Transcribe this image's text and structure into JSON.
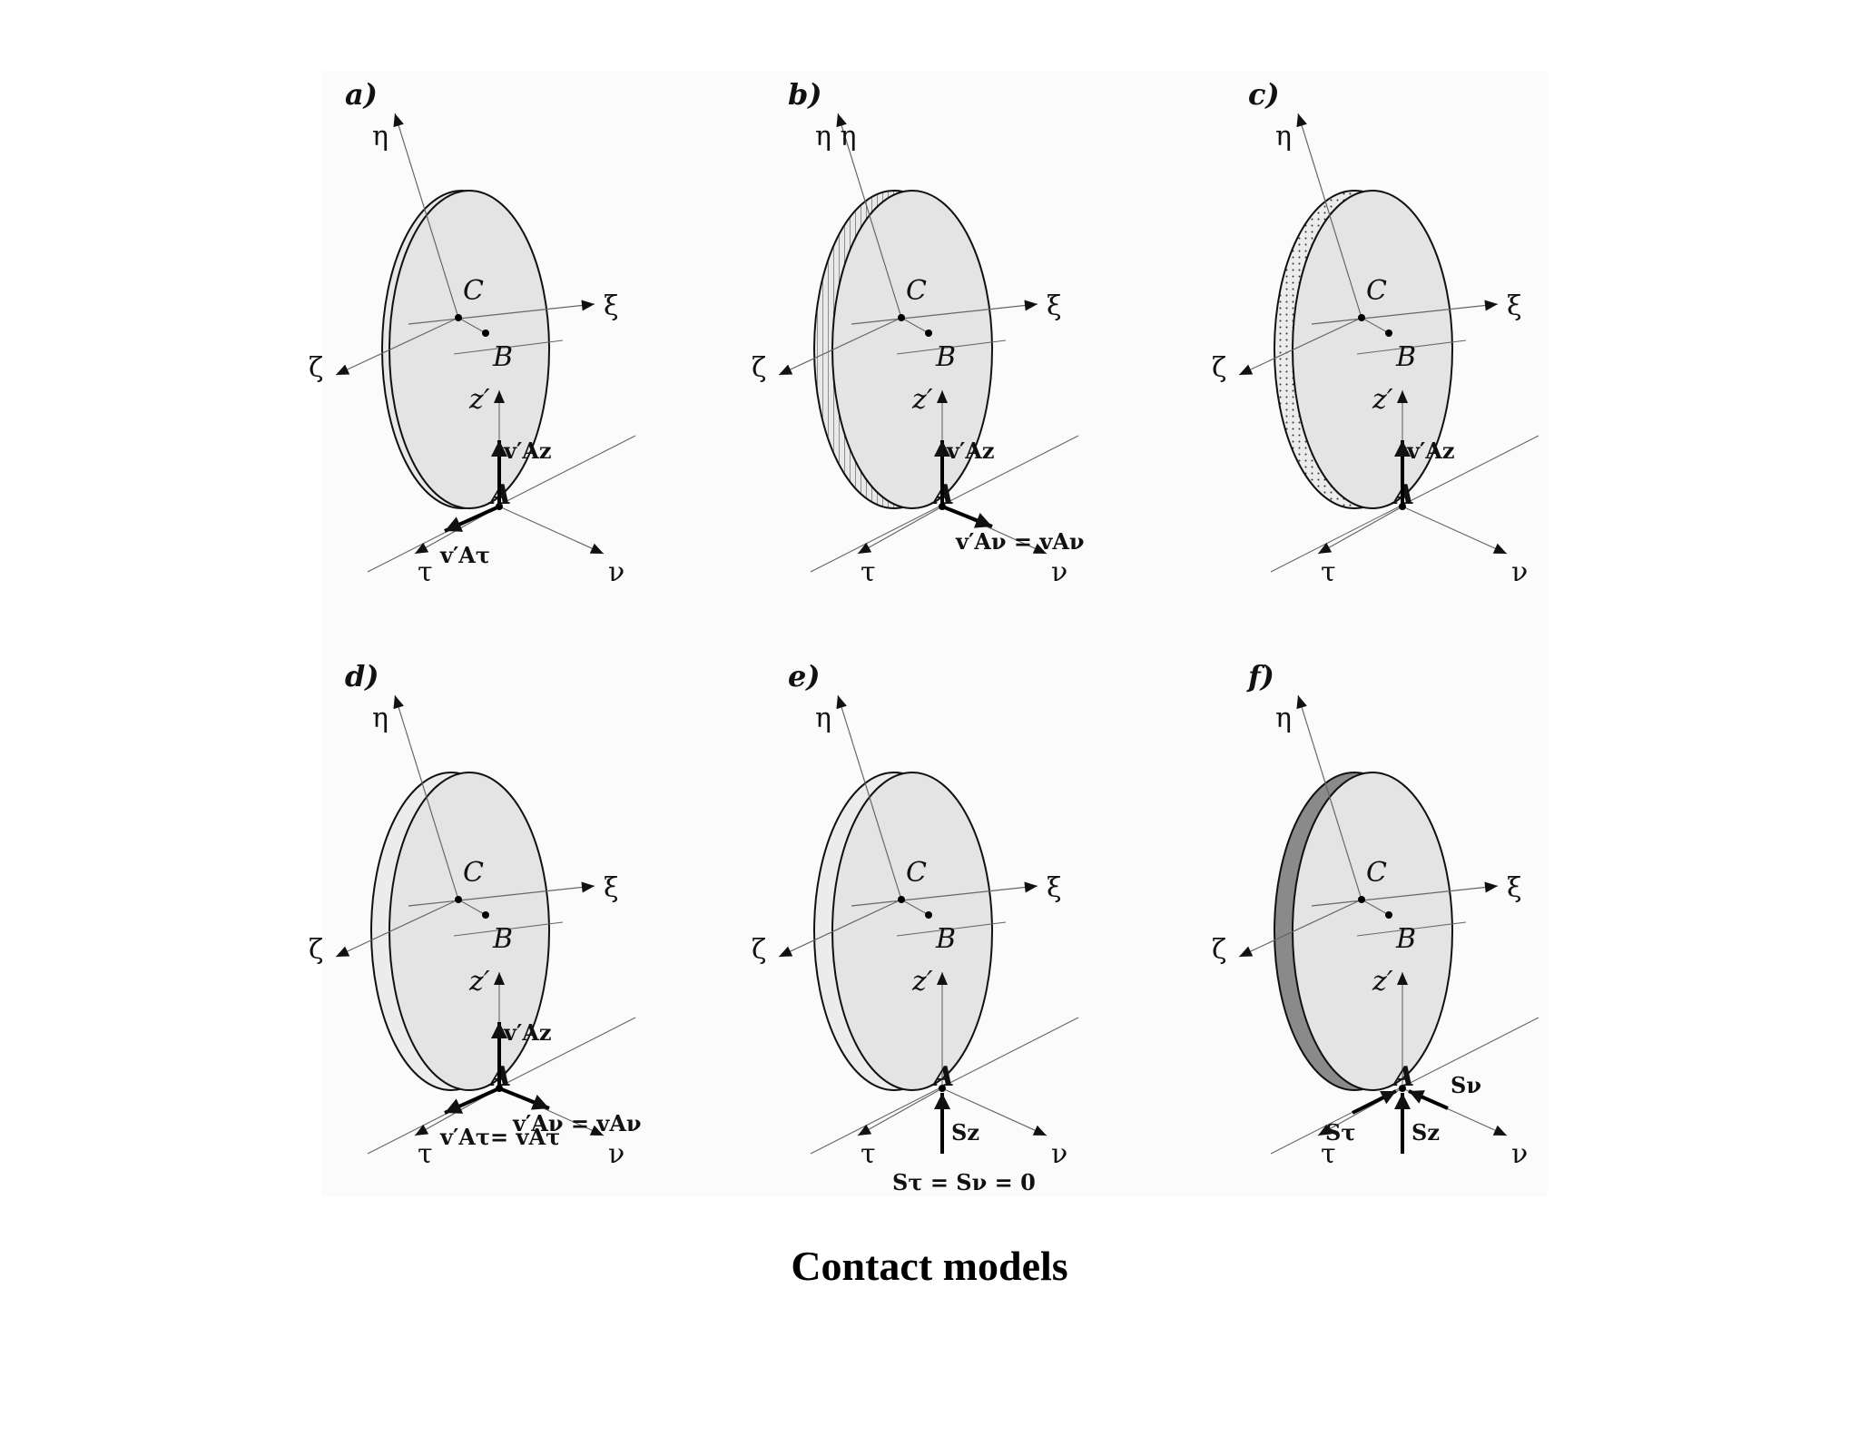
{
  "caption": "Contact models",
  "axes": {
    "eta": "η",
    "xi": "ξ",
    "zeta": "ζ",
    "tau": "τ",
    "nu": "ν",
    "zprime": "z′"
  },
  "points": {
    "C": "C",
    "B": "B",
    "A": "A"
  },
  "panels": [
    {
      "id": "a",
      "label": "a)",
      "rim": "thin",
      "eta_label": "η",
      "vectors": [
        {
          "name": "v-az",
          "text": "v′Az",
          "dir": "z"
        },
        {
          "name": "v-atau",
          "text": "v′Aτ",
          "dir": "tau"
        }
      ]
    },
    {
      "id": "b",
      "label": "b)",
      "rim": "striped",
      "eta_label": "η η",
      "vectors": [
        {
          "name": "v-az",
          "text": "v′Az",
          "dir": "z"
        },
        {
          "name": "v-anu",
          "text": "v′Aν = vAν",
          "dir": "nu"
        }
      ]
    },
    {
      "id": "c",
      "label": "c)",
      "rim": "dotted",
      "eta_label": "η",
      "vectors": [
        {
          "name": "v-az",
          "text": "v′Az",
          "dir": "z"
        }
      ]
    },
    {
      "id": "d",
      "label": "d)",
      "rim": "plain",
      "eta_label": "η",
      "vectors": [
        {
          "name": "v-az",
          "text": "v′Az",
          "dir": "z"
        },
        {
          "name": "v-anu",
          "text": "v′Aν = vAν",
          "dir": "nu"
        },
        {
          "name": "v-atau",
          "text": "v′Aτ= vAτ",
          "dir": "tau"
        }
      ]
    },
    {
      "id": "e",
      "label": "e)",
      "rim": "plain",
      "eta_label": "η",
      "vectors": [
        {
          "name": "s-z",
          "text": "Sz",
          "dir": "z-down"
        },
        {
          "name": "s-zero",
          "text": "Sτ = Sν = 0",
          "dir": "below"
        }
      ]
    },
    {
      "id": "f",
      "label": "f)",
      "rim": "dark",
      "eta_label": "η",
      "vectors": [
        {
          "name": "s-tau",
          "text": "Sτ",
          "dir": "tau-in"
        },
        {
          "name": "s-z",
          "text": "Sz",
          "dir": "z-down"
        },
        {
          "name": "s-nu",
          "text": "Sν",
          "dir": "nu-in"
        }
      ]
    }
  ]
}
